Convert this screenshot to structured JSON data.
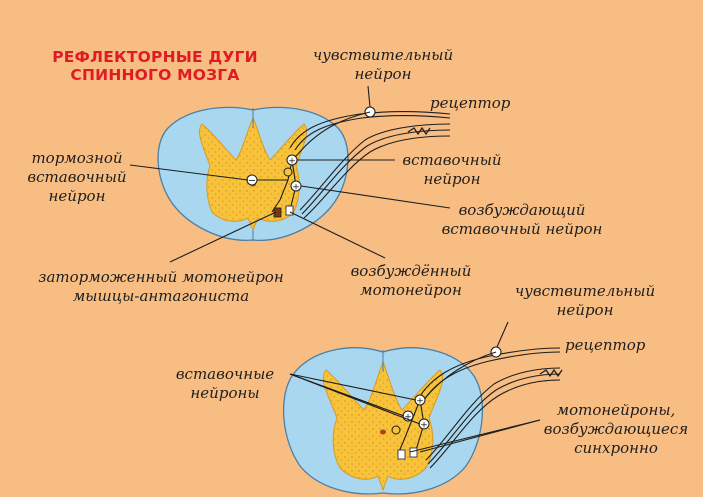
{
  "title": {
    "line1": "РЕФЛЕКТОРНЫЕ ДУГИ",
    "line2": "СПИННОГО МОЗГА"
  },
  "top": {
    "sensory_neuron": [
      "чувствительный",
      "нейрон"
    ],
    "receptor": "рецептор",
    "inhibitory_interneuron": [
      "тормозной",
      "вставочный",
      "нейрон"
    ],
    "interneuron": [
      "вставочный",
      "нейрон"
    ],
    "excitatory_interneuron": [
      "возбуждающий",
      "вставочный нейрон"
    ],
    "inhibited_motoneuron": [
      "заторможенный мотонейрон",
      "мышцы-антагониста"
    ],
    "excited_motoneuron": [
      "возбуждённый",
      "мотонейрон"
    ]
  },
  "bottom": {
    "sensory_neuron": [
      "чувствительный",
      "нейрон"
    ],
    "receptor": "рецептор",
    "interneurons": [
      "вставочные",
      "нейроны"
    ],
    "motoneurons": [
      "мотонейроны,",
      "возбуждающиеся",
      "синхронно"
    ]
  },
  "synapse_signs": {
    "plus": "+",
    "minus": "−"
  },
  "colors": {
    "background": "#f8bd82",
    "white_matter": "#a9d7f0",
    "gray_matter": "#f7c33a",
    "title": "#e01b24",
    "lines": "#1e1e1e"
  }
}
